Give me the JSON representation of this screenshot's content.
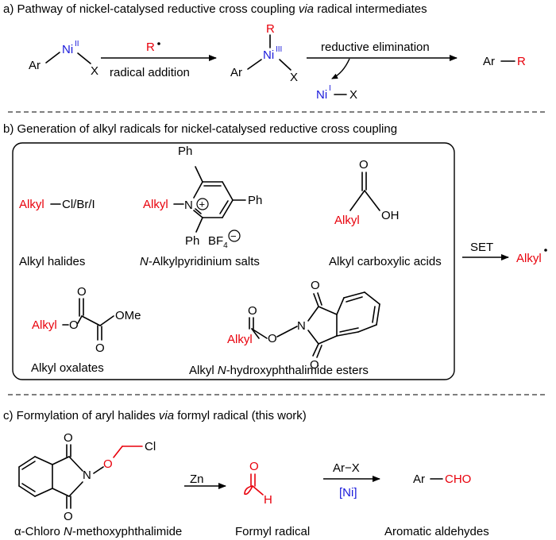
{
  "colors": {
    "alkyl": "#e8000b",
    "nickel": "#1a1adb",
    "text": "#000000"
  },
  "section_a": {
    "title": "a) Pathway of nickel-catalysed reductive cross coupling ",
    "title_italic": "via",
    "title_end": " radical intermediates",
    "ni": "Ni",
    "ni_ii": "II",
    "ni_iii": "III",
    "ni_i": "I",
    "ar": "Ar",
    "x": "X",
    "r": "R",
    "arrow1_top": "R",
    "arrow1_bottom": "radical addition",
    "arrow2_top": "reductive elimination",
    "byproduct_x": "X",
    "product_ar": "Ar",
    "product_r": "R"
  },
  "section_b": {
    "title": "b) Generation of alkyl radicals for nickel-catalysed reductive cross coupling",
    "alkyl": "Alkyl",
    "halide_suffix": "Cl/Br/I",
    "label_halides": "Alkyl halides",
    "ph": "Ph",
    "n": "N",
    "plus": "+",
    "bf4": "BF",
    "bf4_sub": "4",
    "minus": "−",
    "label_pyridinium_italic": "N",
    "label_pyridinium": "-Alkylpyridinium salts",
    "o": "O",
    "oh": "OH",
    "ome": "OMe",
    "label_acids": "Alkyl carboxylic acids",
    "label_oxalates": "Alkyl oxalates",
    "label_nhpi_start": "Alkyl ",
    "label_nhpi_italic": "N",
    "label_nhpi_end": "-hydroxyphthalimide esters",
    "set_label": "SET",
    "product": "Alkyl"
  },
  "section_c": {
    "title": "c) Formylation of aryl halides ",
    "title_italic": "via",
    "title_end": " formyl radical (this work)",
    "o": "O",
    "n": "N",
    "cl": "Cl",
    "h": "H",
    "zn": "Zn",
    "arx": "Ar−X",
    "ni_cat": "[Ni]",
    "product_ar": "Ar",
    "product_cho": "CHO",
    "label_reagent_start": "α-Chloro ",
    "label_reagent_italic": "N",
    "label_reagent_end": "-methoxyphthalimide",
    "label_radical": "Formyl radical",
    "label_product": "Aromatic aldehydes"
  }
}
